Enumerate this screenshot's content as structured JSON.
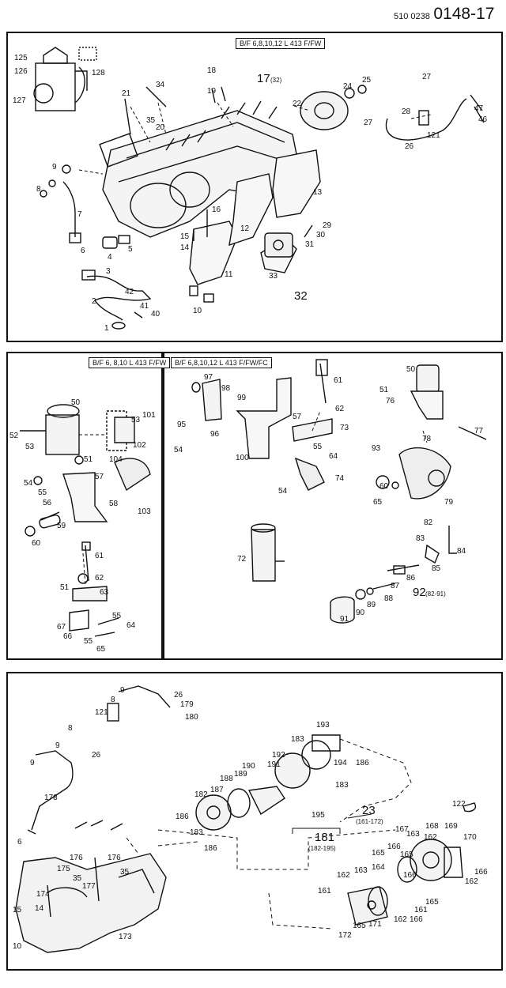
{
  "header": {
    "prefix": "510 0238",
    "code": "0148-17"
  },
  "panels": {
    "top": {
      "caption": "B/F 6,8,10,12 L 413 F/FW"
    },
    "mid_left": {
      "caption": "B/F 6, 8,10 L 413 F/FW"
    },
    "mid_right": {
      "caption": "B/F 6,8,10,12 L 413 F/FW/FC"
    }
  },
  "labels": {
    "top": [
      "125",
      "126",
      "127",
      "128",
      "21",
      "34",
      "35",
      "20",
      "18",
      "19",
      "17",
      "(32)",
      "22",
      "24",
      "25",
      "27",
      "28",
      "121",
      "27",
      "26",
      "47",
      "46",
      "9",
      "8",
      "7",
      "6",
      "5",
      "4",
      "3",
      "2",
      "1",
      "42",
      "41",
      "40",
      "16",
      "15",
      "14",
      "10",
      "11",
      "12",
      "13",
      "29",
      "30",
      "31",
      "33",
      "32"
    ],
    "mid_left": [
      "50",
      "52",
      "53",
      "51",
      "53",
      "101",
      "102",
      "54",
      "55",
      "56",
      "57",
      "58",
      "104",
      "103",
      "60",
      "59",
      "61",
      "62",
      "51",
      "63",
      "67",
      "66",
      "55",
      "64",
      "55",
      "65"
    ],
    "mid_right": [
      "97",
      "98",
      "99",
      "95",
      "96",
      "54",
      "100",
      "61",
      "62",
      "57",
      "73",
      "55",
      "64",
      "54",
      "74",
      "72",
      "50",
      "51",
      "76",
      "77",
      "78",
      "93",
      "60",
      "79",
      "65",
      "82",
      "83",
      "84",
      "85",
      "87",
      "86",
      "92",
      "(82-91)",
      "89",
      "88",
      "90",
      "91"
    ],
    "bottom": [
      "9",
      "8",
      "26",
      "179",
      "180",
      "121",
      "8",
      "9",
      "26",
      "9",
      "178",
      "6",
      "176",
      "176",
      "175",
      "35",
      "177",
      "35",
      "174",
      "14",
      "15",
      "10",
      "173",
      "186",
      "182",
      "183",
      "186",
      "187",
      "188",
      "189",
      "190",
      "191",
      "192",
      "183",
      "193",
      "194",
      "186",
      "183",
      "195",
      "181",
      "(182-195)",
      "23",
      "(161-172)",
      "122",
      "167",
      "163",
      "168",
      "169",
      "170",
      "162",
      "165",
      "166",
      "164",
      "165",
      "166",
      "162",
      "163",
      "161",
      "165",
      "162",
      "166",
      "172",
      "165",
      "171",
      "161",
      "162",
      "166"
    ]
  }
}
